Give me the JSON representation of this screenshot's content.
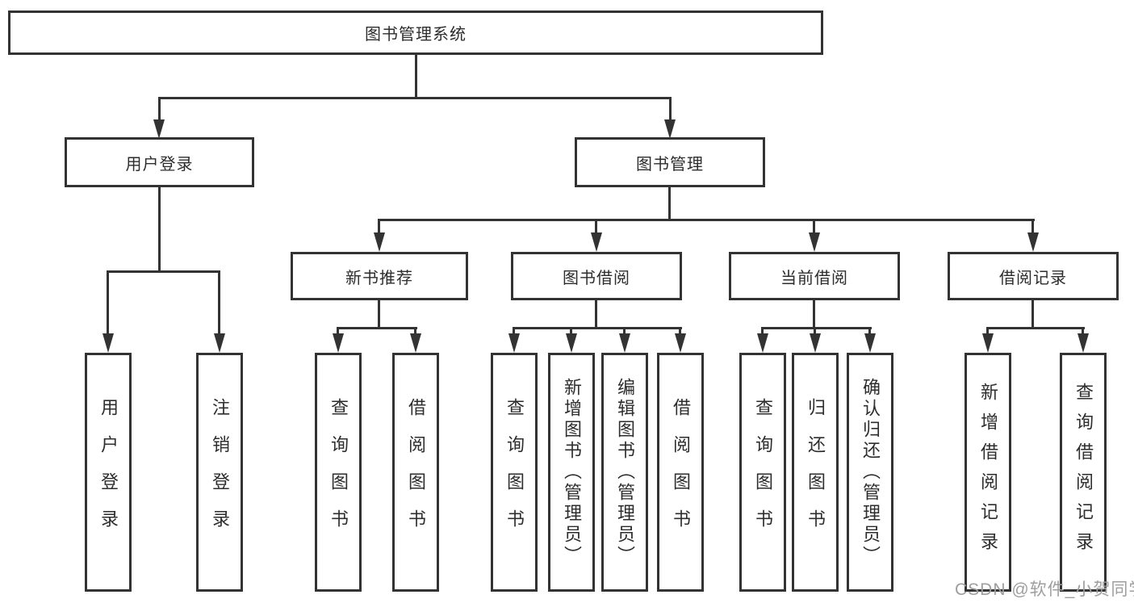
{
  "tree": {
    "root": "图书管理系统",
    "children": [
      {
        "label": "用户登录",
        "children": [
          "用户登录",
          "注销登录"
        ]
      },
      {
        "label": "图书管理",
        "children": [
          {
            "label": "新书推荐",
            "children": [
              "查询图书",
              "借阅图书"
            ]
          },
          {
            "label": "图书借阅",
            "children": [
              "查询图书",
              "新增图书（管理员）",
              "编辑图书（管理员）",
              "借阅图书"
            ]
          },
          {
            "label": "当前借阅",
            "children": [
              "查询图书",
              "归还图书",
              "确认归还（管理员）"
            ]
          },
          {
            "label": "借阅记录",
            "children": [
              "新增借阅记录",
              "查询借阅记录"
            ]
          }
        ]
      }
    ]
  },
  "watermark": {
    "text": "CSDN @软件_小贺同学",
    "color": "#9e9e9e"
  },
  "colors": {
    "line": "#333333",
    "text": "#2d2d2d",
    "background": "#ffffff",
    "node_fill": "#ffffff"
  }
}
